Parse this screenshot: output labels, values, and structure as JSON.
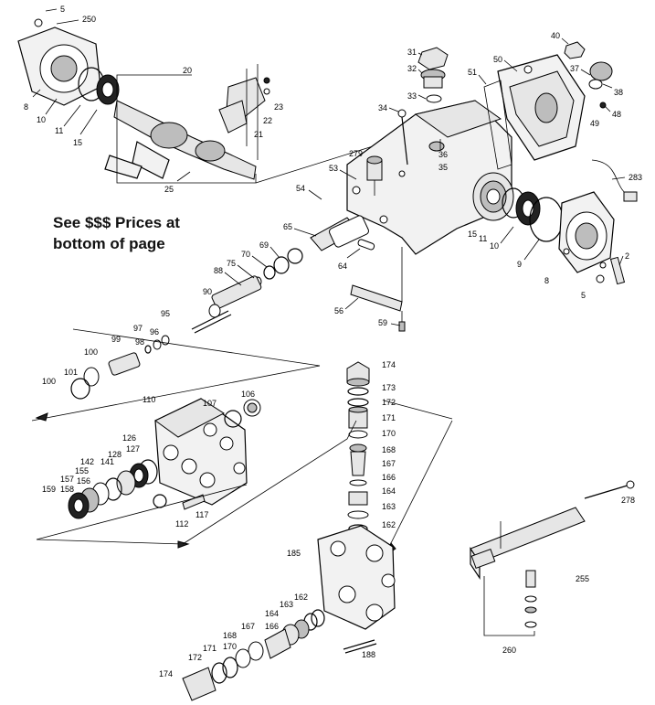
{
  "price_note": {
    "line1": "See $$$ Prices at",
    "line2": "bottom of page"
  },
  "callouts": [
    "5",
    "250",
    "8",
    "10",
    "11",
    "15",
    "20",
    "21",
    "22",
    "23",
    "25",
    "31",
    "32",
    "33",
    "34",
    "36",
    "35",
    "40",
    "37",
    "38",
    "48",
    "49",
    "50",
    "51",
    "53",
    "54",
    "279",
    "283",
    "65",
    "69",
    "70",
    "75",
    "88",
    "90",
    "64",
    "56",
    "59",
    "15",
    "11",
    "10",
    "9",
    "8",
    "5",
    "2",
    "95",
    "97",
    "96",
    "98",
    "99",
    "100",
    "101",
    "100",
    "174",
    "173",
    "172",
    "171",
    "170",
    "168",
    "167",
    "166",
    "164",
    "163",
    "162",
    "110",
    "106",
    "107",
    "126",
    "127",
    "128",
    "142",
    "141",
    "155",
    "157",
    "156",
    "159",
    "158",
    "112",
    "117",
    "278",
    "255",
    "260",
    "185",
    "162",
    "163",
    "164",
    "166",
    "167",
    "168",
    "170",
    "171",
    "172",
    "174",
    "188"
  ]
}
